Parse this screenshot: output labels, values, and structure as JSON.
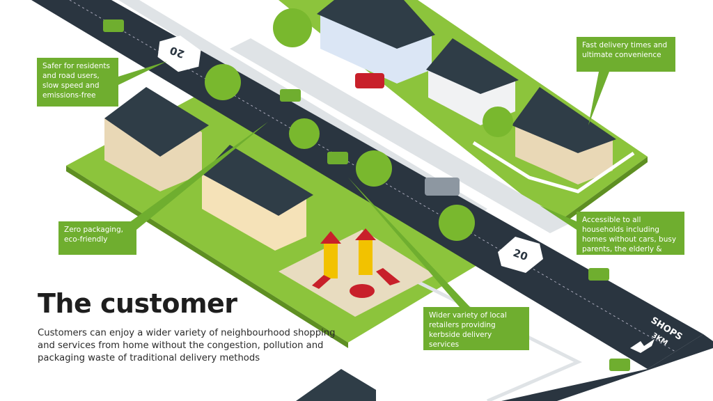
{
  "heading": "The customer",
  "description": "Customers can enjoy a wider variety of neighbourhood shopping and services from home without the congestion, pollution and packaging waste of traditional delivery methods",
  "callouts": [
    {
      "text": "Safer for residents and road users, slow speed and emissions-free"
    },
    {
      "text": "Fast delivery times and ultimate convenience"
    },
    {
      "text": "Zero packaging, eco-friendly"
    },
    {
      "text": "Accessible to all households including homes without cars, busy parents, the elderly & infirm"
    },
    {
      "text": "Wider variety of local retailers providing kerbside delivery services"
    }
  ],
  "road_markings": {
    "speed_limit_1": "20",
    "speed_limit_2": "20",
    "shops_label": "SHOPS",
    "shops_distance": "3KM"
  },
  "colors": {
    "accent_green": "#6fae2f",
    "grass": "#8cc43c",
    "road": "#2a3540",
    "pavement": "#dfe3e6"
  }
}
